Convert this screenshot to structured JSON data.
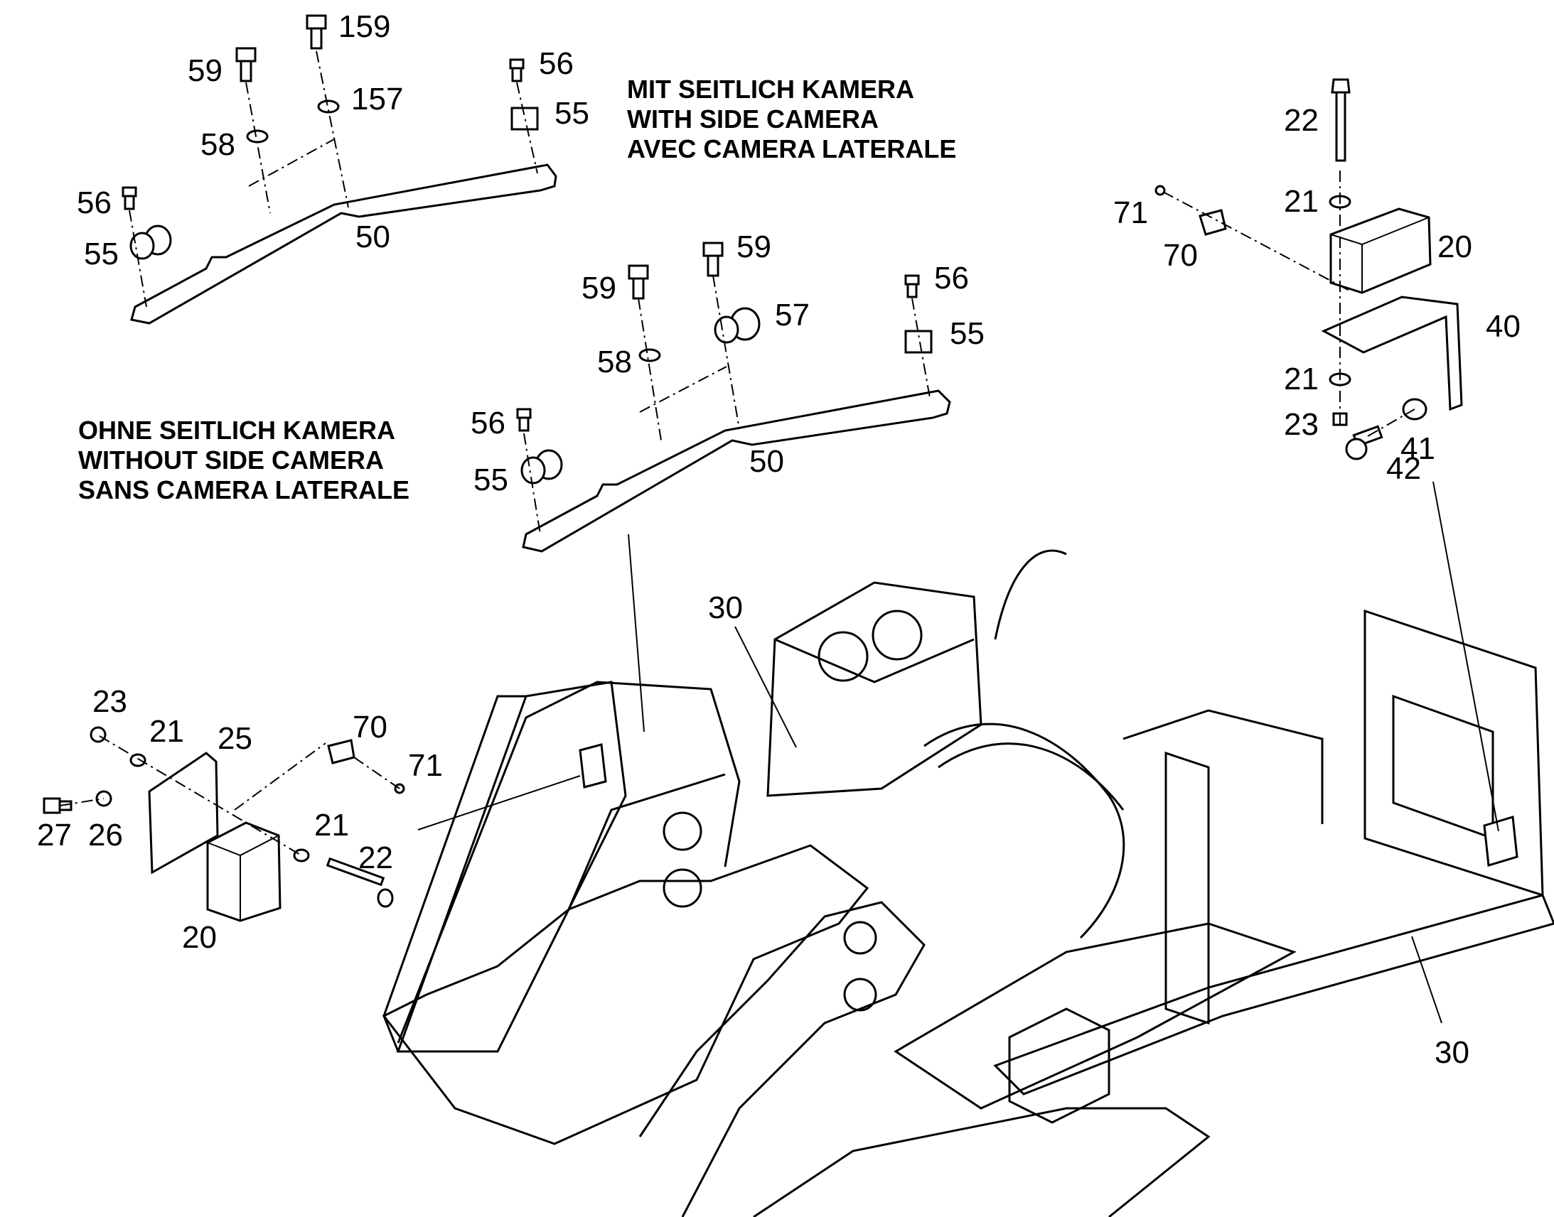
{
  "captions": {
    "with_camera": [
      "MIT SEITLICH KAMERA",
      "WITH SIDE CAMERA",
      "AVEC CAMERA LATERALE"
    ],
    "without_camera": [
      "OHNE SEITLICH KAMERA",
      "WITHOUT SIDE CAMERA",
      "SANS CAMERA LATERALE"
    ]
  },
  "callouts": {
    "top_left": [
      "159",
      "59",
      "56",
      "157",
      "55",
      "58",
      "56",
      "55",
      "50"
    ],
    "mid": [
      "59",
      "59",
      "56",
      "57",
      "55",
      "58",
      "56",
      "55",
      "50"
    ],
    "right_group": [
      "22",
      "71",
      "21",
      "70",
      "20",
      "40",
      "21",
      "23",
      "41",
      "42"
    ],
    "left_group": [
      "23",
      "21",
      "25",
      "70",
      "71",
      "27",
      "26",
      "21",
      "22",
      "20"
    ],
    "frame": [
      "30",
      "30"
    ]
  }
}
